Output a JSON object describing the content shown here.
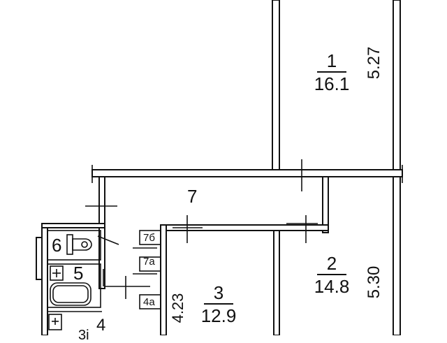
{
  "plan": {
    "colors": {
      "wall_stroke": "#111111",
      "background": "#ffffff"
    },
    "rooms": [
      {
        "number": "1",
        "area": "16.1"
      },
      {
        "number": "2",
        "area": "14.8"
      },
      {
        "number": "3",
        "area": "12.9"
      },
      {
        "number": "4",
        "area": ""
      },
      {
        "number": "5",
        "area": ""
      },
      {
        "number": "6",
        "area": ""
      },
      {
        "number": "7",
        "area": ""
      }
    ],
    "sub_labels": [
      "7б",
      "7а",
      "4а"
    ],
    "dimensions": [
      "5.27",
      "5.30",
      "4.23"
    ],
    "partial_text": "3і",
    "fixtures": [
      "toilet-icon",
      "bathtub-icon",
      "sink-icon"
    ]
  }
}
